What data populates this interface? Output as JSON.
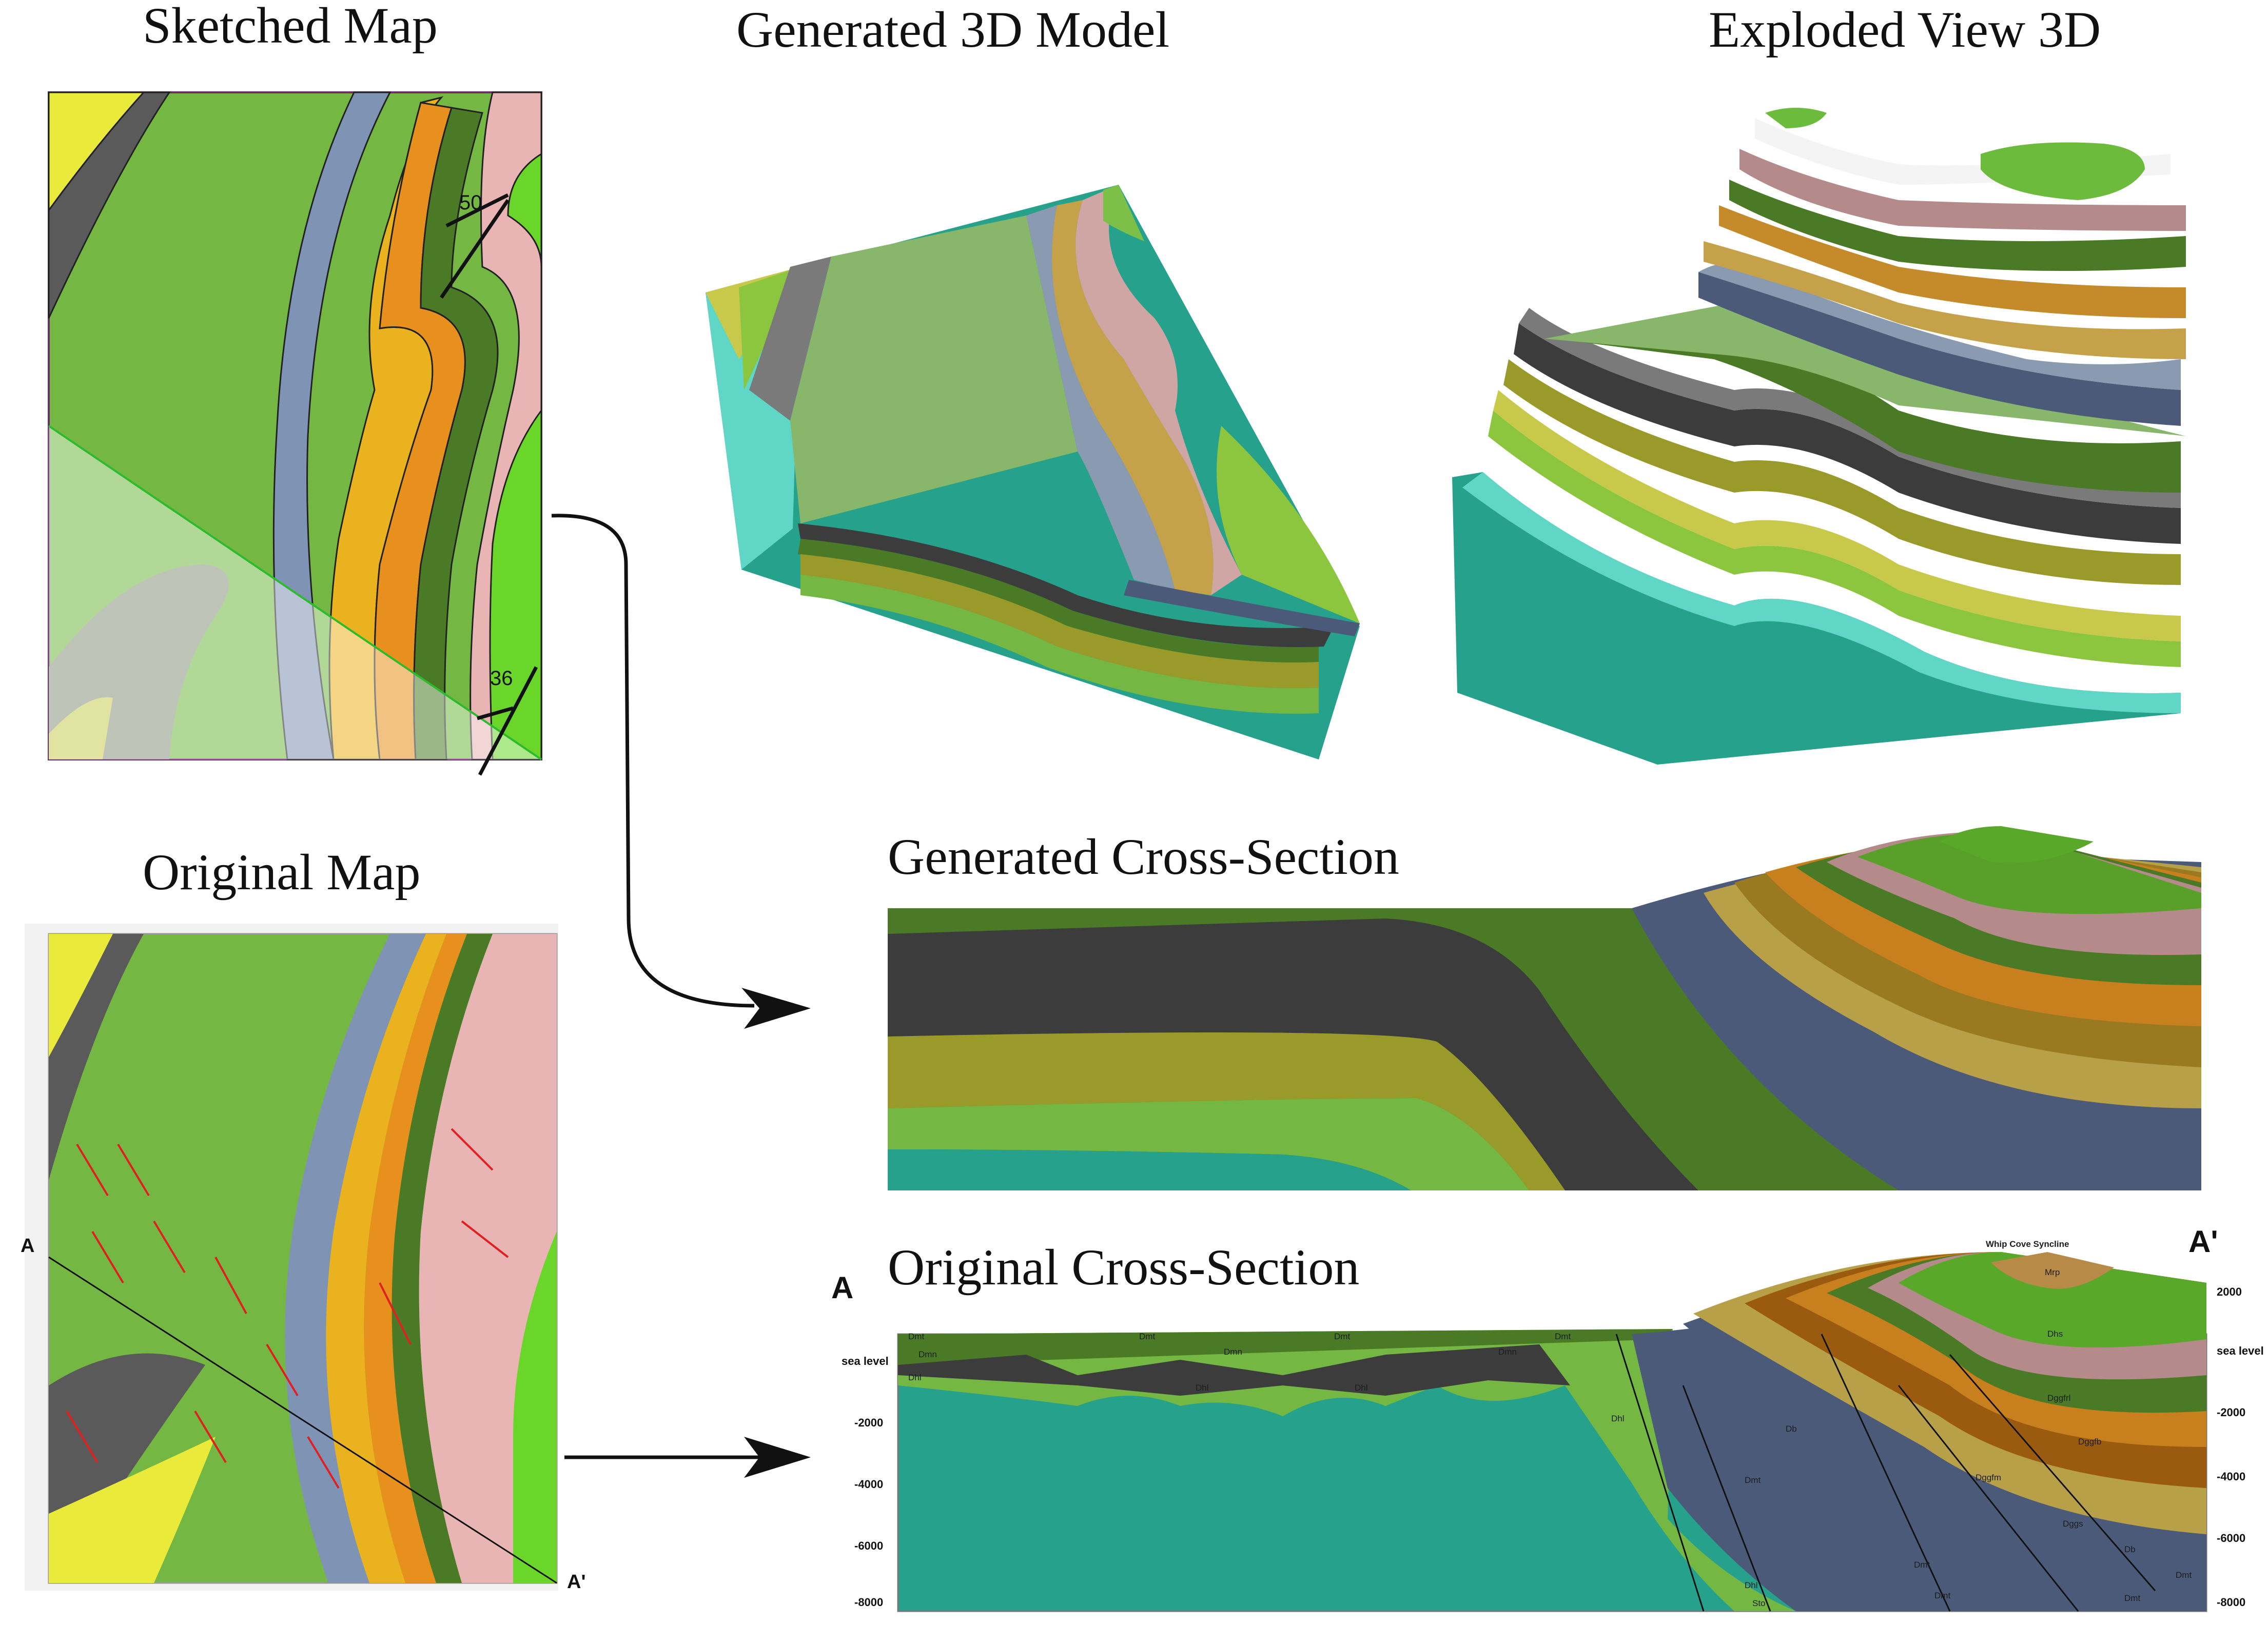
{
  "titles": {
    "sketched_map": "Sketched Map",
    "generated_3d": "Generated 3D Model",
    "exploded_view": "Exploded View 3D",
    "original_map": "Original Map",
    "generated_xs": "Generated Cross-Section",
    "original_xs": "Original Cross-Section"
  },
  "sketched_map": {
    "dip_values": [
      "50",
      "36"
    ]
  },
  "original_map": {
    "section_start": "A",
    "section_end": "A'"
  },
  "original_xs": {
    "start_label": "A",
    "end_label": "A'",
    "syncline_label": "Whip Cove Syncline",
    "left_axis": [
      "sea level",
      "-2000",
      "-4000",
      "-6000",
      "-8000"
    ],
    "right_axis": [
      "2000",
      "sea level",
      "-2000",
      "-4000",
      "-6000",
      "-8000"
    ],
    "unit_labels": {
      "dmt": "Dmt",
      "dmn": "Dmn",
      "dhl": "Dhl",
      "db": "Db",
      "mrp": "Mrp",
      "dhs": "Dhs",
      "dggfrl": "Dggfrl",
      "dggfb": "Dggfb",
      "dggfm": "Dggfm",
      "dggs": "Dggs",
      "sto": "Sto"
    }
  },
  "colors": {
    "teal": "#26a18b",
    "light_teal": "#5fd6c6",
    "lime": "#8cc63f",
    "green": "#74b843",
    "dark_green": "#4a7a25",
    "olive": "#9a9a2a",
    "yellow_olive": "#c8c84a",
    "charcoal": "#3c3c3c",
    "gray": "#7a7a7a",
    "slate_blue": "#4a5a78",
    "blue_gray": "#7f94b5",
    "orange": "#e8901e",
    "gold": "#eab21e",
    "mauve": "#b48a8a",
    "pink": "#e8b4b4",
    "bright_green": "#4fa82a"
  }
}
